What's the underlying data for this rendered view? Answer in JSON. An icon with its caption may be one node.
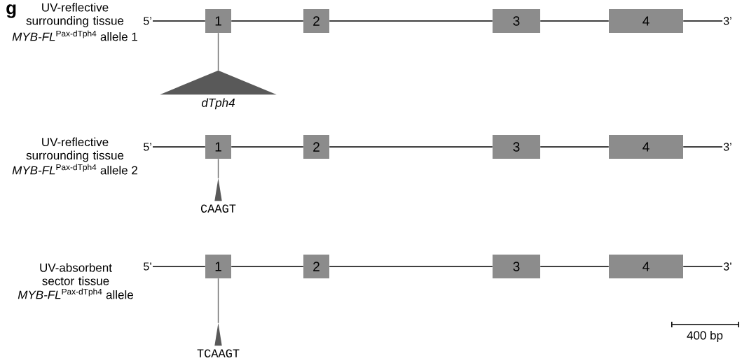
{
  "diagram": {
    "nodes": [
      {
        "text": [
          "5’"
        ]
      },
      {
        "text": [
          "1"
        ]
      },
      {
        "text": [
          "2"
        ]
      },
      {
        "text": [
          "3"
        ]
      },
      {
        "text": [
          "4"
        ]
      },
      {
        "text": [
          "3’"
        ]
      },
      {
        "text": [
          "dTph4"
        ]
      },
      {
        "text": [
          "5’"
        ]
      },
      {
        "text": [
          "1"
        ]
      },
      {
        "text": [
          "2"
        ]
      },
      {
        "text": [
          "3"
        ]
      },
      {
        "text": [
          "4"
        ]
      },
      {
        "text": [
          "3’"
        ]
      },
      {
        "text": [
          "CAAGT"
        ]
      },
      {
        "text": [
          "5’"
        ]
      },
      {
        "text": [
          "1"
        ]
      },
      {
        "text": [
          "2"
        ]
      },
      {
        "text": [
          "3"
        ]
      },
      {
        "text": [
          "4"
        ]
      },
      {
        "text": [
          "3’"
        ]
      },
      {
        "text": [
          "TCAAGT"
        ]
      }
    ],
    "edges": [
      {
        "from": 0,
        "to": 1,
        "arrow": "none"
      },
      {
        "from": 1,
        "to": 2,
        "arrow": "none"
      },
      {
        "from": 2,
        "to": 3,
        "arrow": "none"
      },
      {
        "from": 3,
        "to": 4,
        "arrow": "none"
      },
      {
        "from": 4,
        "to": 5,
        "arrow": "none"
      },
      {
        "from": 1,
        "to": 6,
        "arrow": "none",
        "color": "#6e6e6e"
      },
      {
        "from": 7,
        "to": 8,
        "arrow": "none"
      },
      {
        "from": 8,
        "to": 9,
        "arrow": "none"
      },
      {
        "from": 9,
        "to": 10,
        "arrow": "none"
      },
      {
        "from": 10,
        "to": 11,
        "arrow": "none"
      },
      {
        "from": 11,
        "to": 12,
        "arrow": "none"
      },
      {
        "from": 8,
        "to": 13,
        "arrow": "none",
        "color": "#6e6e6e"
      },
      {
        "from": 14,
        "to": 15,
        "arrow": "none"
      },
      {
        "from": 15,
        "to": 16,
        "arrow": "none"
      },
      {
        "from": 16,
        "to": 17,
        "arrow": "none"
      },
      {
        "from": 17,
        "to": 18,
        "arrow": "none"
      },
      {
        "from": 18,
        "to": 19,
        "arrow": "none"
      },
      {
        "from": 15,
        "to": 20,
        "arrow": "none",
        "color": "#6e6e6e"
      }
    ],
    "labels": [
      "g",
      "UV-reflective surrounding tissue",
      "*MYB-FL*$^{Pax-dTph4}$ allele 1",
      "UV-reflective surrounding tissue",
      "*MYB-FL*$^{Pax-dTph4}$ allele 2",
      "UV-absorbent sector tissue",
      "*MYB-FL*$^{Pax-dTph4}$ allele",
      "400 bp"
    ]
  }
}
